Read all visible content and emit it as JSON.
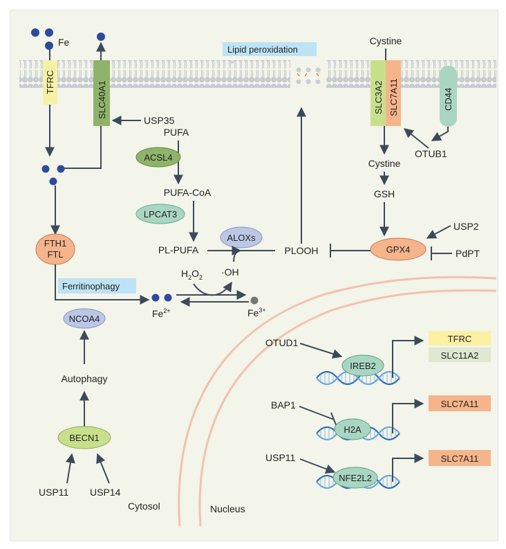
{
  "labels": {
    "fe": "Fe",
    "tfrc_receptor": "TFRC",
    "slc40a1": "SLC40A1",
    "usp35": "USP35",
    "fth1": "FTH1",
    "ftl": "FTL",
    "ferritinophagy": "Ferritinophagy",
    "ncoa4": "NCOA4",
    "autophagy": "Autophagy",
    "becn1": "BECN1",
    "usp11_left": "USP11",
    "usp14": "USP14",
    "cytosol": "Cytosol",
    "nucleus": "Nucleus",
    "pufa": "PUFA",
    "acsl4": "ACSL4",
    "pufa_coa": "PUFA-CoA",
    "lpcat3": "LPCAT3",
    "pl_pufa": "PL-PUFA",
    "aloxs": "ALOXs",
    "plooh": "PLOOH",
    "h2o2_base": "H",
    "h2o2_sub1": "2",
    "h2o2_mid": "O",
    "h2o2_sub2": "2",
    "oh": "·OH",
    "fe2_base": "Fe",
    "fe2_sup": "2+",
    "fe3_base": "Fe",
    "fe3_sup": "3+",
    "lipid_peroxidation": "Lipid peroxidation",
    "cystine_top": "Cystine",
    "slc3a2": "SLC3A2",
    "slc7a11_transporter": "SLC7A11",
    "cd44": "CD44",
    "otub1": "OTUB1",
    "cystine_inner": "Cystine",
    "gsh": "GSH",
    "gpx4": "GPX4",
    "usp2": "USP2",
    "pdpt": "PdPT",
    "otud1": "OTUD1",
    "ireb2": "IREB2",
    "tfrc_gene": "TFRC",
    "slc11a2": "SLC11A2",
    "bap1": "BAP1",
    "h2a": "H2A",
    "slc7a11_gene1": "SLC7A11",
    "usp11_right": "USP11",
    "nfe2l2": "NFE2L2",
    "slc7a11_gene2": "SLC7A11"
  },
  "colors": {
    "panel": "#f3f4ea",
    "arrow": "#3b4a5a",
    "fe_dot": "#2f4a9c",
    "yellow": "#f7f1a6",
    "green_dark": "#8fb36a",
    "green_light": "#c8e08c",
    "orange": "#f5b48a",
    "teal": "#a9d6c2",
    "lavender": "#bcc7e6",
    "blue_label": "#bde3f5",
    "dna_blue": "#3b7fc4",
    "nucleus_line": "#f2c2ae",
    "tfrc_box": "#fbf0a4",
    "slc11a2_box": "#dfe8d2",
    "slc7a11_box": "#f5b48a"
  }
}
